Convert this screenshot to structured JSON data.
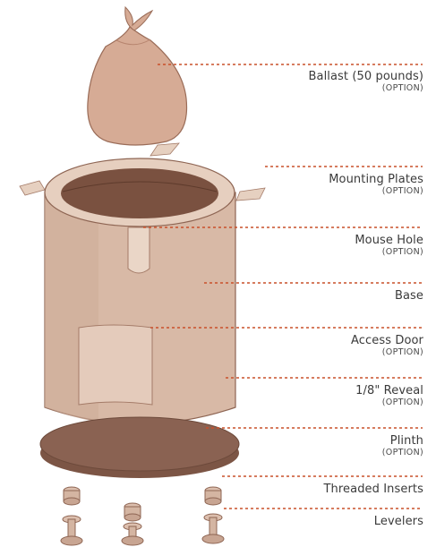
{
  "colors": {
    "leader": "#c9502a",
    "body_fill": "#d8b9a6",
    "body_shade": "#c9a48f",
    "body_stroke": "#8e6553",
    "interior": "#7a5140",
    "plinth": "#8a6252",
    "text": "#3a3a3a"
  },
  "labels": [
    {
      "id": "ballast",
      "name": "Ballast (50 pounds)",
      "option": "(OPTION)"
    },
    {
      "id": "mounting-plates",
      "name": "Mounting Plates",
      "option": "(OPTION)"
    },
    {
      "id": "mouse-hole",
      "name": "Mouse Hole",
      "option": "(OPTION)"
    },
    {
      "id": "base",
      "name": "Base",
      "option": ""
    },
    {
      "id": "access-door",
      "name": "Access Door",
      "option": "(OPTION)"
    },
    {
      "id": "reveal",
      "name": "1/8\" Reveal",
      "option": "(OPTION)"
    },
    {
      "id": "plinth",
      "name": "Plinth",
      "option": "(OPTION)"
    },
    {
      "id": "threaded-inserts",
      "name": "Threaded Inserts",
      "option": ""
    },
    {
      "id": "levelers",
      "name": "Levelers",
      "option": ""
    }
  ]
}
